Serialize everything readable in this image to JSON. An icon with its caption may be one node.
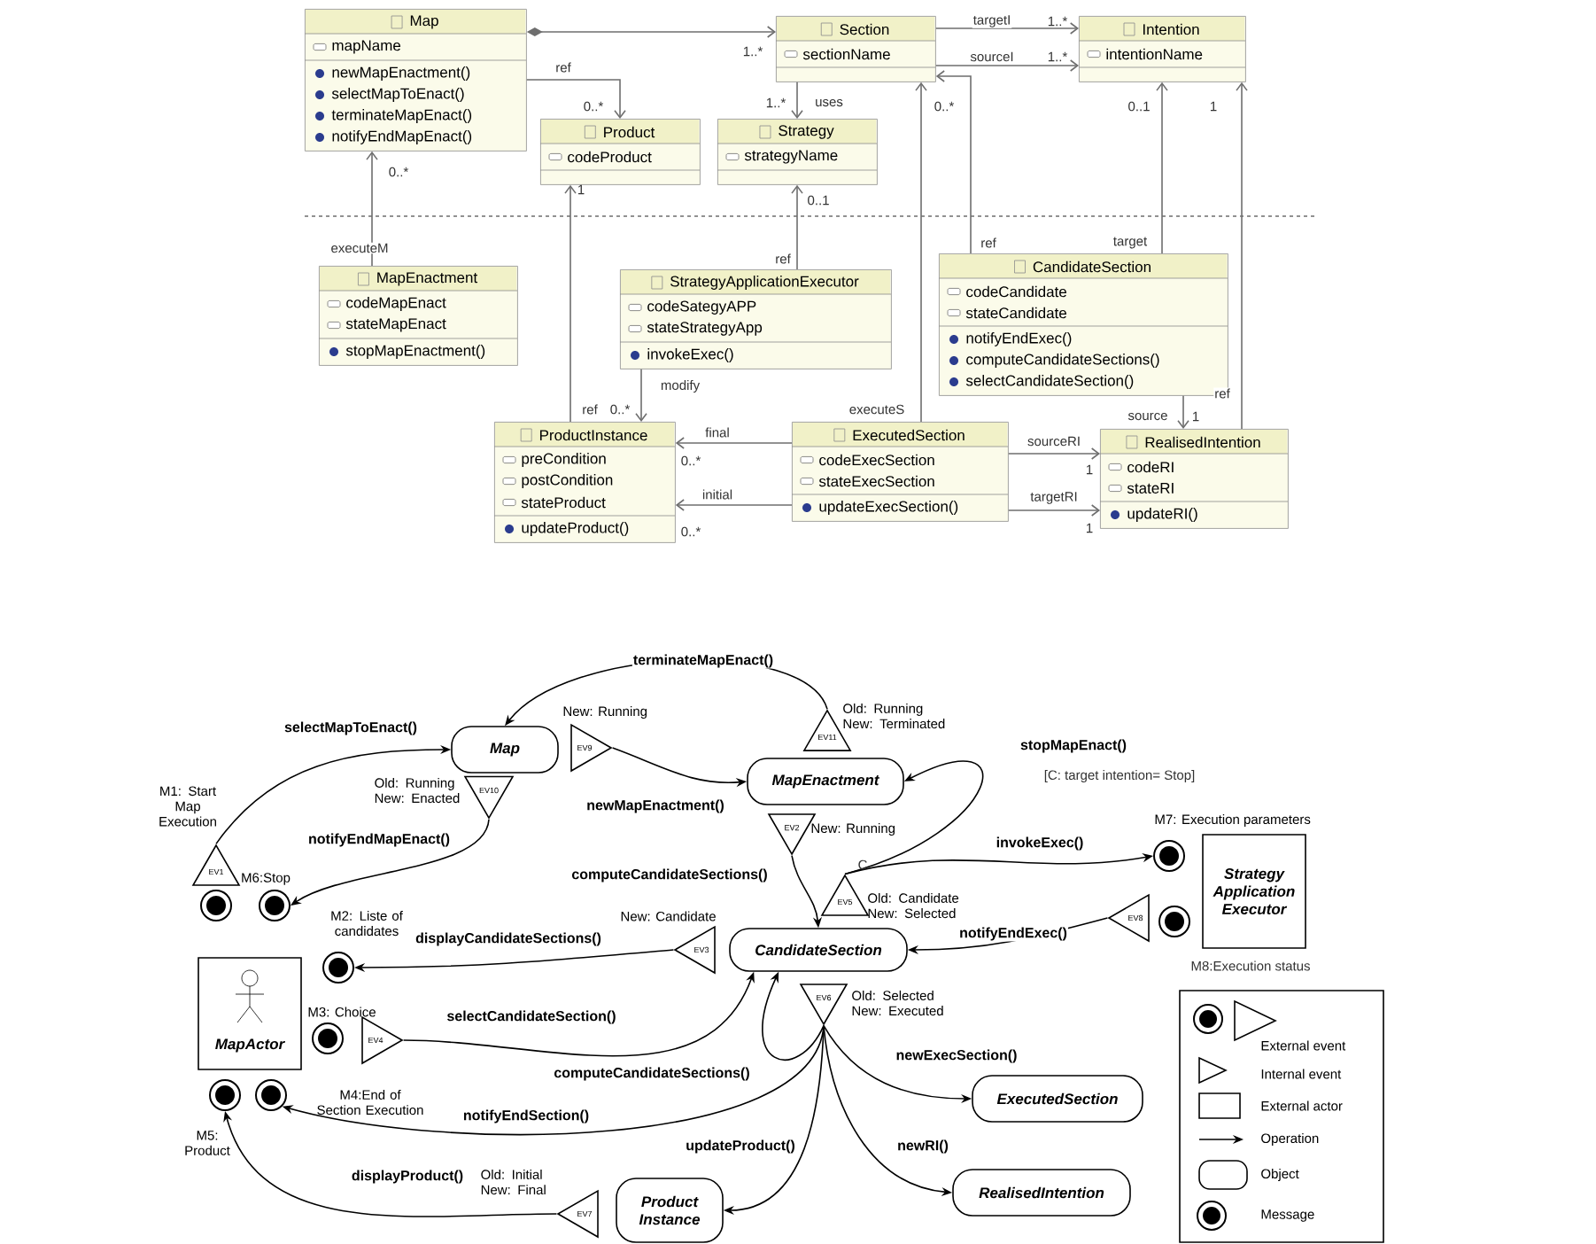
{
  "diagram": {
    "nodes": [
      {
        "text": [
          "Map",
          "mapName",
          "newMapEnactment()",
          "selectMapToEnact()",
          "terminateMapEnact()",
          "notifyEndMapEnact()"
        ]
      },
      {
        "text": [
          "Section",
          "sectionName"
        ]
      },
      {
        "text": [
          "Intention",
          "intentionName"
        ]
      },
      {
        "text": [
          "Product",
          "codeProduct"
        ]
      },
      {
        "text": [
          "Strategy",
          "strategyName"
        ]
      },
      {
        "text": [
          "MapEnactment",
          "codeMapEnact",
          "stateMapEnact",
          "stopMapEnactment()"
        ]
      },
      {
        "text": [
          "StrategyApplicationExecutor",
          "codeSategyAPP",
          "stateStrategyApp",
          "invokeExec()"
        ]
      },
      {
        "text": [
          "CandidateSection",
          "codeCandidate",
          "stateCandidate",
          "notifyEndExec()",
          "computeCandidateSections()",
          "selectCandidateSection()"
        ]
      },
      {
        "text": [
          "ProductInstance",
          "preCondition",
          "postCondition",
          "stateProduct",
          "updateProduct()"
        ]
      },
      {
        "text": [
          "ExecutedSection",
          "codeExecSection",
          "stateExecSection",
          "updateExecSection()"
        ]
      },
      {
        "text": [
          "RealisedIntention",
          "codeRI",
          "stateRI",
          "updateRI()"
        ]
      },
      {
        "text": [
          "Map"
        ]
      },
      {
        "text": [
          "MapEnactment"
        ]
      },
      {
        "text": [
          "CandidateSection"
        ]
      },
      {
        "text": [
          "ExecutedSection"
        ]
      },
      {
        "text": [
          "RealisedIntention"
        ]
      },
      {
        "text": [
          "Product Instance"
        ]
      },
      {
        "text": [
          "MapActor"
        ]
      },
      {
        "text": [
          "Strategy Application Executor"
        ]
      },
      {
        "text": [],
        "shape": "circle"
      },
      {
        "text": [],
        "shape": "circle",
        "beside": [
          "M6:Stop"
        ]
      },
      {
        "text": [],
        "shape": "circle",
        "beside": [
          "M2: Liste of candidates"
        ]
      },
      {
        "text": [],
        "shape": "circle",
        "beside": [
          "M3: Choice"
        ]
      },
      {
        "text": [],
        "shape": "circle",
        "beside": [
          "M4:End of Section Execution"
        ]
      },
      {
        "text": [],
        "shape": "circle",
        "beside": [
          "M5: Product"
        ]
      },
      {
        "text": [],
        "shape": "circle",
        "beside": [
          "M7: Execution parameters"
        ]
      },
      {
        "text": [],
        "shape": "circle"
      },
      {
        "text": [
          "EV1"
        ],
        "beside": [
          "M1: Start Map Execution"
        ]
      },
      {
        "text": [
          "EV9"
        ],
        "beside": [
          "New: Running"
        ]
      },
      {
        "text": [
          "EV10"
        ],
        "beside": [
          "Old: Running New: Enacted"
        ]
      },
      {
        "text": [
          "EV11"
        ],
        "beside": [
          "Old: Running New: Terminated"
        ]
      },
      {
        "text": [
          "EV2"
        ],
        "beside": [
          "New: Running"
        ]
      },
      {
        "text": [
          "EV5"
        ],
        "beside": [
          "Old: Candidate New: Selected"
        ]
      },
      {
        "text": [
          "EV3"
        ],
        "beside": [
          "New: Candidate"
        ]
      },
      {
        "text": [
          "EV6"
        ],
        "beside": [
          "Old: Selected New: Executed"
        ]
      },
      {
        "text": [
          "EV4"
        ]
      },
      {
        "text": [
          "EV7"
        ],
        "beside": [
          "Old: Initial New: Final"
        ]
      },
      {
        "text": [
          "EV8"
        ]
      }
    ],
    "edges": [
      {
        "from": 0,
        "to": 1,
        "arrow": "to"
      },
      {
        "from": 0,
        "to": 3,
        "arrow": "to",
        "label": "ref"
      },
      {
        "from": 1,
        "to": 4,
        "arrow": "to",
        "label": "uses"
      },
      {
        "from": 1,
        "to": 2,
        "arrow": "to",
        "label": "targetI"
      },
      {
        "from": 1,
        "to": 2,
        "arrow": "to",
        "label": "sourceI"
      },
      {
        "from": 5,
        "to": 0,
        "arrow": "to",
        "label": "executeM"
      },
      {
        "from": 6,
        "to": 4,
        "arrow": "to",
        "label": "ref"
      },
      {
        "from": 8,
        "to": 3,
        "arrow": "to",
        "label": "ref"
      },
      {
        "from": 6,
        "to": 8,
        "arrow": "to",
        "label": "modify"
      },
      {
        "from": 7,
        "to": 1,
        "arrow": "to",
        "label": "ref"
      },
      {
        "from": 7,
        "to": 2,
        "arrow": "to",
        "label": "target"
      },
      {
        "from": 9,
        "to": 1,
        "arrow": "to",
        "label": "executeS"
      },
      {
        "from": 9,
        "to": 8,
        "arrow": "to",
        "label": "final"
      },
      {
        "from": 9,
        "to": 8,
        "arrow": "to",
        "label": "initial"
      },
      {
        "from": 9,
        "to": 10,
        "arrow": "to",
        "label": "sourceRI"
      },
      {
        "from": 9,
        "to": 10,
        "arrow": "to",
        "label": "targetRI"
      },
      {
        "from": 7,
        "to": 10,
        "arrow": "to",
        "label": "source"
      },
      {
        "from": 10,
        "to": 2,
        "arrow": "to",
        "label": "ref"
      },
      {
        "from": 27,
        "to": 11,
        "arrow": "to",
        "label": "selectMapToEnact()",
        "color": "#000000"
      },
      {
        "from": 28,
        "to": 12,
        "arrow": "to",
        "label": "newMapEnactment()",
        "color": "#000000"
      },
      {
        "from": 30,
        "to": 11,
        "arrow": "to",
        "label": "terminateMapEnact()",
        "color": "#000000"
      },
      {
        "from": 29,
        "to": 20,
        "arrow": "to",
        "label": "notifyEndMapEnact()",
        "color": "#000000"
      },
      {
        "from": 31,
        "to": 13,
        "arrow": "to",
        "label": "computeCandidateSections()",
        "color": "#000000"
      },
      {
        "from": 32,
        "to": 12,
        "arrow": "to",
        "label": "stopMapEnact()",
        "color": "#000000"
      },
      {
        "from": 32,
        "to": 25,
        "arrow": "to",
        "label": "invokeExec()",
        "color": "#000000"
      },
      {
        "from": 37,
        "to": 13,
        "arrow": "to",
        "label": "notifyEndExec()",
        "color": "#000000"
      },
      {
        "from": 33,
        "to": 21,
        "arrow": "to",
        "label": "displayCandidateSections()",
        "color": "#000000"
      },
      {
        "from": 35,
        "to": 13,
        "arrow": "to",
        "label": "selectCandidateSection()",
        "color": "#000000"
      },
      {
        "from": 34,
        "to": 13,
        "arrow": "to",
        "label": "computeCandidateSections()",
        "color": "#000000"
      },
      {
        "from": 34,
        "to": 23,
        "arrow": "to",
        "label": "notifyEndSection()",
        "color": "#000000"
      },
      {
        "from": 34,
        "to": 14,
        "arrow": "to",
        "label": "newExecSection()",
        "color": "#000000"
      },
      {
        "from": 34,
        "to": 15,
        "arrow": "to",
        "label": "newRI()",
        "color": "#000000"
      },
      {
        "from": 34,
        "to": 16,
        "arrow": "to",
        "label": "updateProduct()",
        "color": "#000000"
      },
      {
        "from": 36,
        "to": 24,
        "arrow": "to",
        "label": "displayProduct()",
        "color": "#000000"
      }
    ],
    "labels": [
      "1..*",
      "1..*",
      "1..*",
      "0..*",
      "1..*",
      "0..*",
      "0..1",
      "1",
      "0..*",
      "1",
      "0..1",
      "0..*",
      "1",
      "0..*",
      "1",
      "0..*",
      "1",
      "C",
      "[C: target intention= Stop]",
      "M8:Execution status"
    ],
    "legend": [
      {
        "text": "External event"
      },
      {
        "text": "Internal event"
      },
      {
        "text": "External actor"
      },
      {
        "text": "Operation"
      },
      {
        "text": "Object"
      },
      {
        "text": "Message"
      }
    ]
  }
}
